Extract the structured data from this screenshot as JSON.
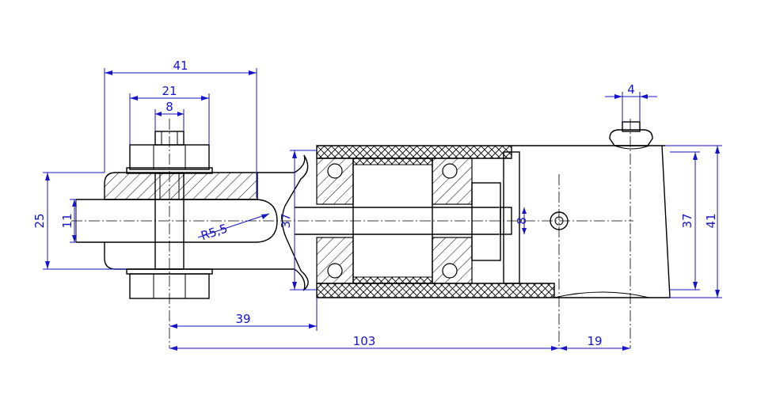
{
  "colors": {
    "dimension": "#1414c8",
    "outline": "#000000",
    "background": "#ffffff"
  },
  "dimensions": {
    "top_41": "41",
    "top_21": "21",
    "top_8": "8",
    "left_25": "25",
    "left_11": "11",
    "radius": "R5,5",
    "mid_37": "37",
    "shaft_8": "8",
    "bottom_39": "39",
    "bottom_103": "103",
    "bottom_19": "19",
    "right_4": "4",
    "right_37": "37",
    "right_41": "41"
  }
}
